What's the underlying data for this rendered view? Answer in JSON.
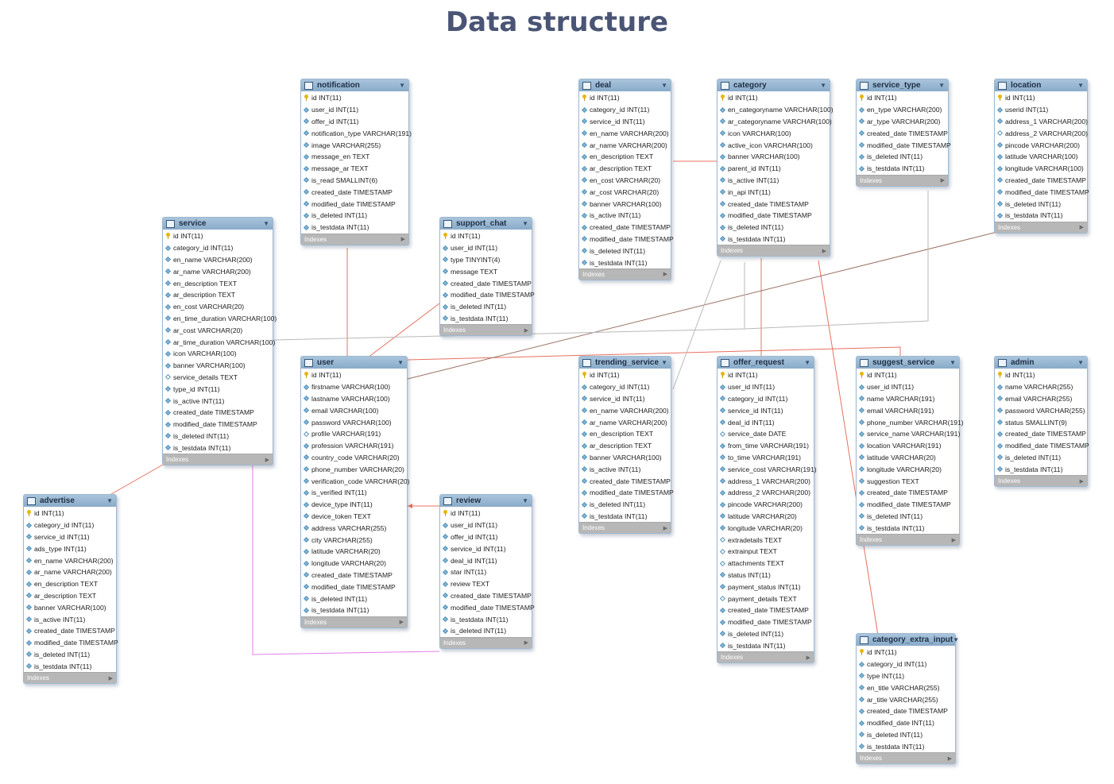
{
  "page": {
    "title": "Data structure",
    "indexes_label": "Indexes"
  },
  "colors": {
    "title": "#4a5575",
    "header": "#94b4d0",
    "relation_red": "#e8705f",
    "relation_gray": "#b9b9b9",
    "relation_brown": "#9b7266",
    "relation_pink": "#e37fe8"
  },
  "tables": [
    {
      "name": "notification",
      "columns": [
        {
          "text": "id INT(11)",
          "icon": "key"
        },
        {
          "text": "user_id INT(11)",
          "icon": "fk"
        },
        {
          "text": "offer_id INT(11)",
          "icon": "fk"
        },
        {
          "text": "notification_type VARCHAR(191)",
          "icon": "fk"
        },
        {
          "text": "image VARCHAR(255)",
          "icon": "fk"
        },
        {
          "text": "message_en TEXT",
          "icon": "fk"
        },
        {
          "text": "message_ar TEXT",
          "icon": "fk"
        },
        {
          "text": "is_read SMALLINT(6)",
          "icon": "fk"
        },
        {
          "text": "created_date TIMESTAMP",
          "icon": "fk"
        },
        {
          "text": "modified_date TIMESTAMP",
          "icon": "fk"
        },
        {
          "text": "is_deleted INT(11)",
          "icon": "fk"
        },
        {
          "text": "is_testdata INT(11)",
          "icon": "fk"
        }
      ]
    },
    {
      "name": "deal",
      "columns": [
        {
          "text": "id INT(11)",
          "icon": "key"
        },
        {
          "text": "category_id INT(11)",
          "icon": "fk"
        },
        {
          "text": "service_id INT(11)",
          "icon": "fk"
        },
        {
          "text": "en_name VARCHAR(200)",
          "icon": "fk"
        },
        {
          "text": "ar_name VARCHAR(200)",
          "icon": "fk"
        },
        {
          "text": "en_description TEXT",
          "icon": "fk"
        },
        {
          "text": "ar_description TEXT",
          "icon": "fk"
        },
        {
          "text": "en_cost VARCHAR(20)",
          "icon": "fk"
        },
        {
          "text": "ar_cost VARCHAR(20)",
          "icon": "fk"
        },
        {
          "text": "banner VARCHAR(100)",
          "icon": "fk"
        },
        {
          "text": "is_active INT(11)",
          "icon": "fk"
        },
        {
          "text": "created_date TIMESTAMP",
          "icon": "fk"
        },
        {
          "text": "modified_date TIMESTAMP",
          "icon": "fk"
        },
        {
          "text": "is_deleted INT(11)",
          "icon": "fk"
        },
        {
          "text": "is_testdata INT(11)",
          "icon": "fk"
        }
      ]
    },
    {
      "name": "category",
      "columns": [
        {
          "text": "id INT(11)",
          "icon": "key"
        },
        {
          "text": "en_categoryname VARCHAR(100)",
          "icon": "fk"
        },
        {
          "text": "ar_categoryname VARCHAR(100)",
          "icon": "fk"
        },
        {
          "text": "icon VARCHAR(100)",
          "icon": "fk"
        },
        {
          "text": "active_icon VARCHAR(100)",
          "icon": "fk"
        },
        {
          "text": "banner VARCHAR(100)",
          "icon": "fk"
        },
        {
          "text": "parent_id INT(11)",
          "icon": "fk"
        },
        {
          "text": "is_active INT(11)",
          "icon": "fk"
        },
        {
          "text": "in_api INT(11)",
          "icon": "fk"
        },
        {
          "text": "created_date TIMESTAMP",
          "icon": "fk"
        },
        {
          "text": "modified_date TIMESTAMP",
          "icon": "fk"
        },
        {
          "text": "is_deleted INT(11)",
          "icon": "fk"
        },
        {
          "text": "is_testdata INT(11)",
          "icon": "fk"
        }
      ]
    },
    {
      "name": "service_type",
      "columns": [
        {
          "text": "id INT(11)",
          "icon": "key"
        },
        {
          "text": "en_type VARCHAR(200)",
          "icon": "fk"
        },
        {
          "text": "ar_type VARCHAR(200)",
          "icon": "fk"
        },
        {
          "text": "created_date TIMESTAMP",
          "icon": "fk"
        },
        {
          "text": "modified_date TIMESTAMP",
          "icon": "fk"
        },
        {
          "text": "is_deleted INT(11)",
          "icon": "fk"
        },
        {
          "text": "is_testdata INT(11)",
          "icon": "fk"
        }
      ]
    },
    {
      "name": "location",
      "columns": [
        {
          "text": "id INT(11)",
          "icon": "key"
        },
        {
          "text": "userid INT(11)",
          "icon": "fk"
        },
        {
          "text": "address_1 VARCHAR(200)",
          "icon": "fk"
        },
        {
          "text": "address_2 VARCHAR(200)",
          "icon": "nullable"
        },
        {
          "text": "pincode VARCHAR(200)",
          "icon": "fk"
        },
        {
          "text": "latitude VARCHAR(100)",
          "icon": "fk"
        },
        {
          "text": "longitude VARCHAR(100)",
          "icon": "fk"
        },
        {
          "text": "created_date TIMESTAMP",
          "icon": "fk"
        },
        {
          "text": "modified_date TIMESTAMP",
          "icon": "fk"
        },
        {
          "text": "is_deleted INT(11)",
          "icon": "fk"
        },
        {
          "text": "is_testdata INT(11)",
          "icon": "fk"
        }
      ]
    },
    {
      "name": "service",
      "columns": [
        {
          "text": "id INT(11)",
          "icon": "key"
        },
        {
          "text": "category_id INT(11)",
          "icon": "fk"
        },
        {
          "text": "en_name VARCHAR(200)",
          "icon": "fk"
        },
        {
          "text": "ar_name VARCHAR(200)",
          "icon": "fk"
        },
        {
          "text": "en_description TEXT",
          "icon": "fk"
        },
        {
          "text": "ar_description TEXT",
          "icon": "fk"
        },
        {
          "text": "en_cost VARCHAR(20)",
          "icon": "fk"
        },
        {
          "text": "en_time_duration VARCHAR(100)",
          "icon": "fk"
        },
        {
          "text": "ar_cost VARCHAR(20)",
          "icon": "fk"
        },
        {
          "text": "ar_time_duration VARCHAR(100)",
          "icon": "fk"
        },
        {
          "text": "icon VARCHAR(100)",
          "icon": "fk"
        },
        {
          "text": "banner VARCHAR(100)",
          "icon": "fk"
        },
        {
          "text": "service_details TEXT",
          "icon": "nullable"
        },
        {
          "text": "type_id INT(11)",
          "icon": "fk"
        },
        {
          "text": "is_active INT(11)",
          "icon": "fk"
        },
        {
          "text": "created_date TIMESTAMP",
          "icon": "fk"
        },
        {
          "text": "modified_date TIMESTAMP",
          "icon": "fk"
        },
        {
          "text": "is_deleted INT(11)",
          "icon": "fk"
        },
        {
          "text": "is_testdata INT(11)",
          "icon": "fk"
        }
      ]
    },
    {
      "name": "support_chat",
      "columns": [
        {
          "text": "id INT(11)",
          "icon": "key"
        },
        {
          "text": "user_id INT(11)",
          "icon": "fk"
        },
        {
          "text": "type TINYINT(4)",
          "icon": "fk"
        },
        {
          "text": "message TEXT",
          "icon": "fk"
        },
        {
          "text": "created_date TIMESTAMP",
          "icon": "fk"
        },
        {
          "text": "modified_date TIMESTAMP",
          "icon": "fk"
        },
        {
          "text": "is_deleted INT(11)",
          "icon": "fk"
        },
        {
          "text": "is_testdata INT(11)",
          "icon": "fk"
        }
      ]
    },
    {
      "name": "user",
      "columns": [
        {
          "text": "id INT(11)",
          "icon": "key"
        },
        {
          "text": "firstname VARCHAR(100)",
          "icon": "fk"
        },
        {
          "text": "lastname VARCHAR(100)",
          "icon": "fk"
        },
        {
          "text": "email VARCHAR(100)",
          "icon": "fk"
        },
        {
          "text": "password VARCHAR(100)",
          "icon": "fk"
        },
        {
          "text": "profile VARCHAR(191)",
          "icon": "nullable"
        },
        {
          "text": "profession VARCHAR(191)",
          "icon": "fk"
        },
        {
          "text": "country_code VARCHAR(20)",
          "icon": "fk"
        },
        {
          "text": "phone_number VARCHAR(20)",
          "icon": "fk"
        },
        {
          "text": "verification_code VARCHAR(20)",
          "icon": "fk"
        },
        {
          "text": "is_verified INT(11)",
          "icon": "fk"
        },
        {
          "text": "device_type INT(11)",
          "icon": "fk"
        },
        {
          "text": "device_token TEXT",
          "icon": "fk"
        },
        {
          "text": "address VARCHAR(255)",
          "icon": "fk"
        },
        {
          "text": "city VARCHAR(255)",
          "icon": "fk"
        },
        {
          "text": "latitude VARCHAR(20)",
          "icon": "fk"
        },
        {
          "text": "longitude VARCHAR(20)",
          "icon": "fk"
        },
        {
          "text": "created_date TIMESTAMP",
          "icon": "fk"
        },
        {
          "text": "modified_date TIMESTAMP",
          "icon": "fk"
        },
        {
          "text": "is_deleted INT(11)",
          "icon": "fk"
        },
        {
          "text": "is_testdata INT(11)",
          "icon": "fk"
        }
      ]
    },
    {
      "name": "trending_service",
      "columns": [
        {
          "text": "id INT(11)",
          "icon": "key"
        },
        {
          "text": "category_id INT(11)",
          "icon": "fk"
        },
        {
          "text": "service_id INT(11)",
          "icon": "fk"
        },
        {
          "text": "en_name VARCHAR(200)",
          "icon": "fk"
        },
        {
          "text": "ar_name VARCHAR(200)",
          "icon": "fk"
        },
        {
          "text": "en_description TEXT",
          "icon": "fk"
        },
        {
          "text": "ar_description TEXT",
          "icon": "fk"
        },
        {
          "text": "banner VARCHAR(100)",
          "icon": "fk"
        },
        {
          "text": "is_active INT(11)",
          "icon": "fk"
        },
        {
          "text": "created_date TIMESTAMP",
          "icon": "fk"
        },
        {
          "text": "modified_date TIMESTAMP",
          "icon": "fk"
        },
        {
          "text": "is_deleted INT(11)",
          "icon": "fk"
        },
        {
          "text": "is_testdata INT(11)",
          "icon": "fk"
        }
      ]
    },
    {
      "name": "offer_request",
      "columns": [
        {
          "text": "id INT(11)",
          "icon": "key"
        },
        {
          "text": "user_id INT(11)",
          "icon": "fk"
        },
        {
          "text": "category_id INT(11)",
          "icon": "fk"
        },
        {
          "text": "service_id INT(11)",
          "icon": "fk"
        },
        {
          "text": "deal_id INT(11)",
          "icon": "fk"
        },
        {
          "text": "service_date DATE",
          "icon": "nullable"
        },
        {
          "text": "from_time VARCHAR(191)",
          "icon": "fk"
        },
        {
          "text": "to_time VARCHAR(191)",
          "icon": "fk"
        },
        {
          "text": "service_cost VARCHAR(191)",
          "icon": "fk"
        },
        {
          "text": "address_1 VARCHAR(200)",
          "icon": "fk"
        },
        {
          "text": "address_2 VARCHAR(200)",
          "icon": "fk"
        },
        {
          "text": "pincode VARCHAR(200)",
          "icon": "fk"
        },
        {
          "text": "latitude VARCHAR(20)",
          "icon": "fk"
        },
        {
          "text": "longitude VARCHAR(20)",
          "icon": "fk"
        },
        {
          "text": "extradetails TEXT",
          "icon": "nullable"
        },
        {
          "text": "extrainput TEXT",
          "icon": "nullable"
        },
        {
          "text": "attachments TEXT",
          "icon": "nullable"
        },
        {
          "text": "status INT(11)",
          "icon": "fk"
        },
        {
          "text": "payment_status INT(11)",
          "icon": "fk"
        },
        {
          "text": "payment_details TEXT",
          "icon": "nullable"
        },
        {
          "text": "created_date TIMESTAMP",
          "icon": "fk"
        },
        {
          "text": "modified_date TIMESTAMP",
          "icon": "fk"
        },
        {
          "text": "is_deleted INT(11)",
          "icon": "fk"
        },
        {
          "text": "is_testdata INT(11)",
          "icon": "fk"
        }
      ]
    },
    {
      "name": "suggest_service",
      "columns": [
        {
          "text": "id INT(11)",
          "icon": "key"
        },
        {
          "text": "user_id INT(11)",
          "icon": "fk"
        },
        {
          "text": "name VARCHAR(191)",
          "icon": "fk"
        },
        {
          "text": "email VARCHAR(191)",
          "icon": "fk"
        },
        {
          "text": "phone_number VARCHAR(191)",
          "icon": "fk"
        },
        {
          "text": "service_name VARCHAR(191)",
          "icon": "fk"
        },
        {
          "text": "location VARCHAR(191)",
          "icon": "fk"
        },
        {
          "text": "latitude VARCHAR(20)",
          "icon": "fk"
        },
        {
          "text": "longitude VARCHAR(20)",
          "icon": "fk"
        },
        {
          "text": "suggestion TEXT",
          "icon": "fk"
        },
        {
          "text": "created_date TIMESTAMP",
          "icon": "fk"
        },
        {
          "text": "modified_date TIMESTAMP",
          "icon": "fk"
        },
        {
          "text": "is_deleted INT(11)",
          "icon": "fk"
        },
        {
          "text": "is_testdata INT(11)",
          "icon": "fk"
        }
      ]
    },
    {
      "name": "admin",
      "columns": [
        {
          "text": "id INT(11)",
          "icon": "key"
        },
        {
          "text": "name VARCHAR(255)",
          "icon": "fk"
        },
        {
          "text": "email VARCHAR(255)",
          "icon": "fk"
        },
        {
          "text": "password VARCHAR(255)",
          "icon": "fk"
        },
        {
          "text": "status SMALLINT(9)",
          "icon": "fk"
        },
        {
          "text": "created_date TIMESTAMP",
          "icon": "fk"
        },
        {
          "text": "modified_date TIMESTAMP",
          "icon": "fk"
        },
        {
          "text": "is_deleted INT(11)",
          "icon": "fk"
        },
        {
          "text": "is_testdata INT(11)",
          "icon": "fk"
        }
      ]
    },
    {
      "name": "advertise",
      "columns": [
        {
          "text": "id INT(11)",
          "icon": "key"
        },
        {
          "text": "category_id INT(11)",
          "icon": "fk"
        },
        {
          "text": "service_id INT(11)",
          "icon": "fk"
        },
        {
          "text": "ads_type INT(11)",
          "icon": "fk"
        },
        {
          "text": "en_name VARCHAR(200)",
          "icon": "fk"
        },
        {
          "text": "ar_name VARCHAR(200)",
          "icon": "fk"
        },
        {
          "text": "en_description TEXT",
          "icon": "fk"
        },
        {
          "text": "ar_description TEXT",
          "icon": "fk"
        },
        {
          "text": "banner VARCHAR(100)",
          "icon": "fk"
        },
        {
          "text": "is_active INT(11)",
          "icon": "fk"
        },
        {
          "text": "created_date TIMESTAMP",
          "icon": "fk"
        },
        {
          "text": "modified_date TIMESTAMP",
          "icon": "fk"
        },
        {
          "text": "is_deleted INT(11)",
          "icon": "fk"
        },
        {
          "text": "is_testdata INT(11)",
          "icon": "fk"
        }
      ]
    },
    {
      "name": "review",
      "columns": [
        {
          "text": "id INT(11)",
          "icon": "key"
        },
        {
          "text": "user_id INT(11)",
          "icon": "fk"
        },
        {
          "text": "offer_id INT(11)",
          "icon": "fk"
        },
        {
          "text": "service_id INT(11)",
          "icon": "fk"
        },
        {
          "text": "deal_id INT(11)",
          "icon": "fk"
        },
        {
          "text": "star INT(11)",
          "icon": "fk"
        },
        {
          "text": "review TEXT",
          "icon": "fk"
        },
        {
          "text": "created_date TIMESTAMP",
          "icon": "fk"
        },
        {
          "text": "modified_date TIMESTAMP",
          "icon": "fk"
        },
        {
          "text": "is_testdata INT(11)",
          "icon": "fk"
        },
        {
          "text": "is_deleted INT(11)",
          "icon": "fk"
        }
      ]
    },
    {
      "name": "category_extra_input",
      "columns": [
        {
          "text": "id INT(11)",
          "icon": "key"
        },
        {
          "text": "category_id INT(11)",
          "icon": "fk"
        },
        {
          "text": "type INT(11)",
          "icon": "fk"
        },
        {
          "text": "en_title VARCHAR(255)",
          "icon": "fk"
        },
        {
          "text": "ar_title VARCHAR(255)",
          "icon": "fk"
        },
        {
          "text": "created_date TIMESTAMP",
          "icon": "fk"
        },
        {
          "text": "modified_date INT(11)",
          "icon": "fk"
        },
        {
          "text": "is_deleted INT(11)",
          "icon": "fk"
        },
        {
          "text": "is_testdata INT(11)",
          "icon": "fk"
        }
      ]
    }
  ]
}
